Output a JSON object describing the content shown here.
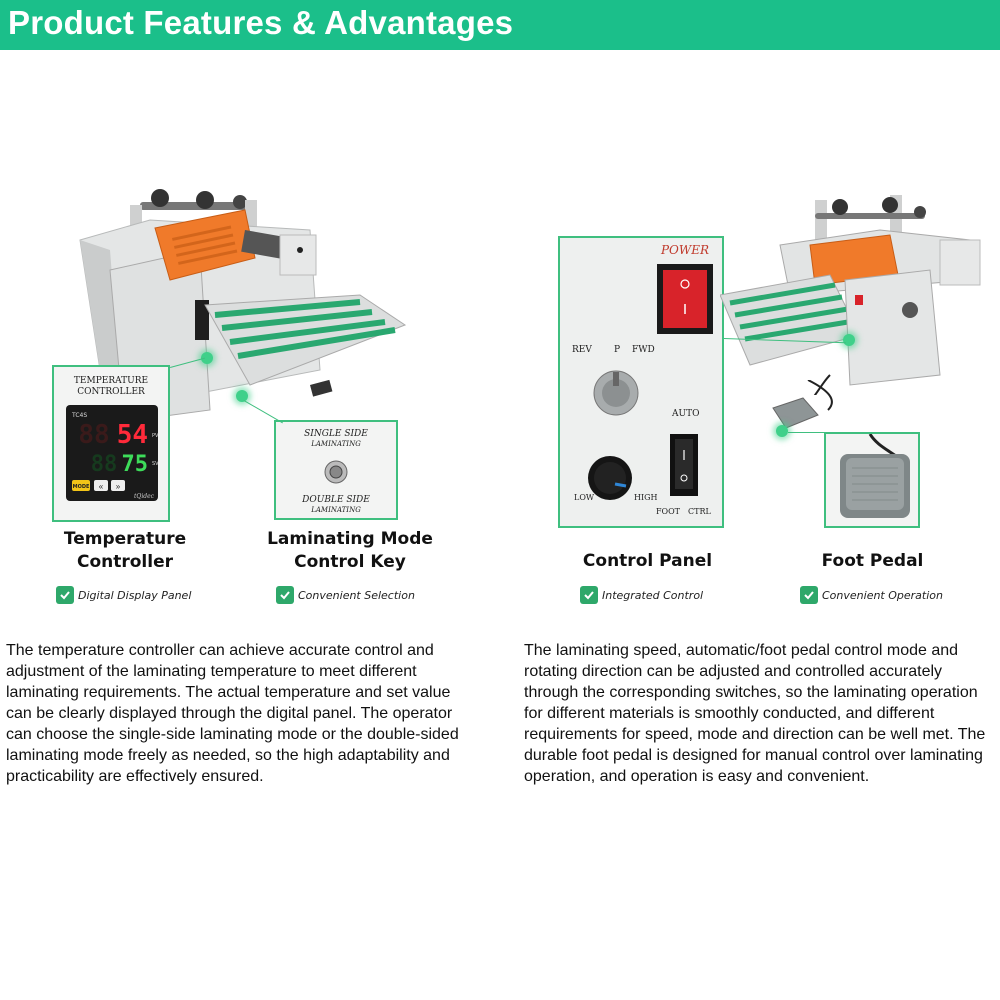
{
  "header": {
    "title": "Product Features & Advantages"
  },
  "left_panel": {
    "temp_controller": {
      "title": "TEMPERATURE\nCONTROLLER",
      "model": "TC4S",
      "pv_value": "54",
      "sv_value": "75",
      "pv_label": "PV",
      "sv_label": "SV",
      "mode_key": "MODE",
      "brand": "tQidec"
    },
    "mode_key": {
      "top_label": "SINGLE SIDE\nLAMINATING",
      "bottom_label": "DOUBLE SIDE\nLAMINATING"
    },
    "features": [
      {
        "title": "Temperature\nController",
        "check": "Digital Display Panel"
      },
      {
        "title": "Laminating Mode\nControl Key",
        "check": "Convenient Selection"
      }
    ],
    "description": "The temperature controller can achieve accurate control and adjustment of the laminating temperature to meet different laminating requirements. The actual temperature and set value can be clearly displayed through the digital panel. The operator can choose the single-side laminating mode or the double-sided laminating mode freely as needed, so the high adaptability and practicability are effectively ensured."
  },
  "right_panel": {
    "control_panel": {
      "power": "POWER",
      "rev": "REV",
      "p": "P",
      "fwd": "FWD",
      "auto": "AUTO",
      "low": "LOW",
      "high": "HIGH",
      "foot": "FOOT",
      "ctrl": "CTRL"
    },
    "features": [
      {
        "title": "Control Panel",
        "check": "Integrated Control"
      },
      {
        "title": "Foot Pedal",
        "check": "Convenient Operation"
      }
    ],
    "description": "The laminating speed, automatic/foot pedal control mode and rotating direction can be adjusted and controlled accurately through the corresponding switches, so the laminating operation for different materials is smoothly conducted, and different requirements for speed, mode and direction can be well met. The durable foot pedal is designed for manual control over laminating operation, and operation is easy and convenient."
  },
  "colors": {
    "banner": "#1bbf8a",
    "accent": "#3fbf7f",
    "check": "#2ea86a",
    "orange": "#f07a2a",
    "belt": "#2aa870"
  }
}
